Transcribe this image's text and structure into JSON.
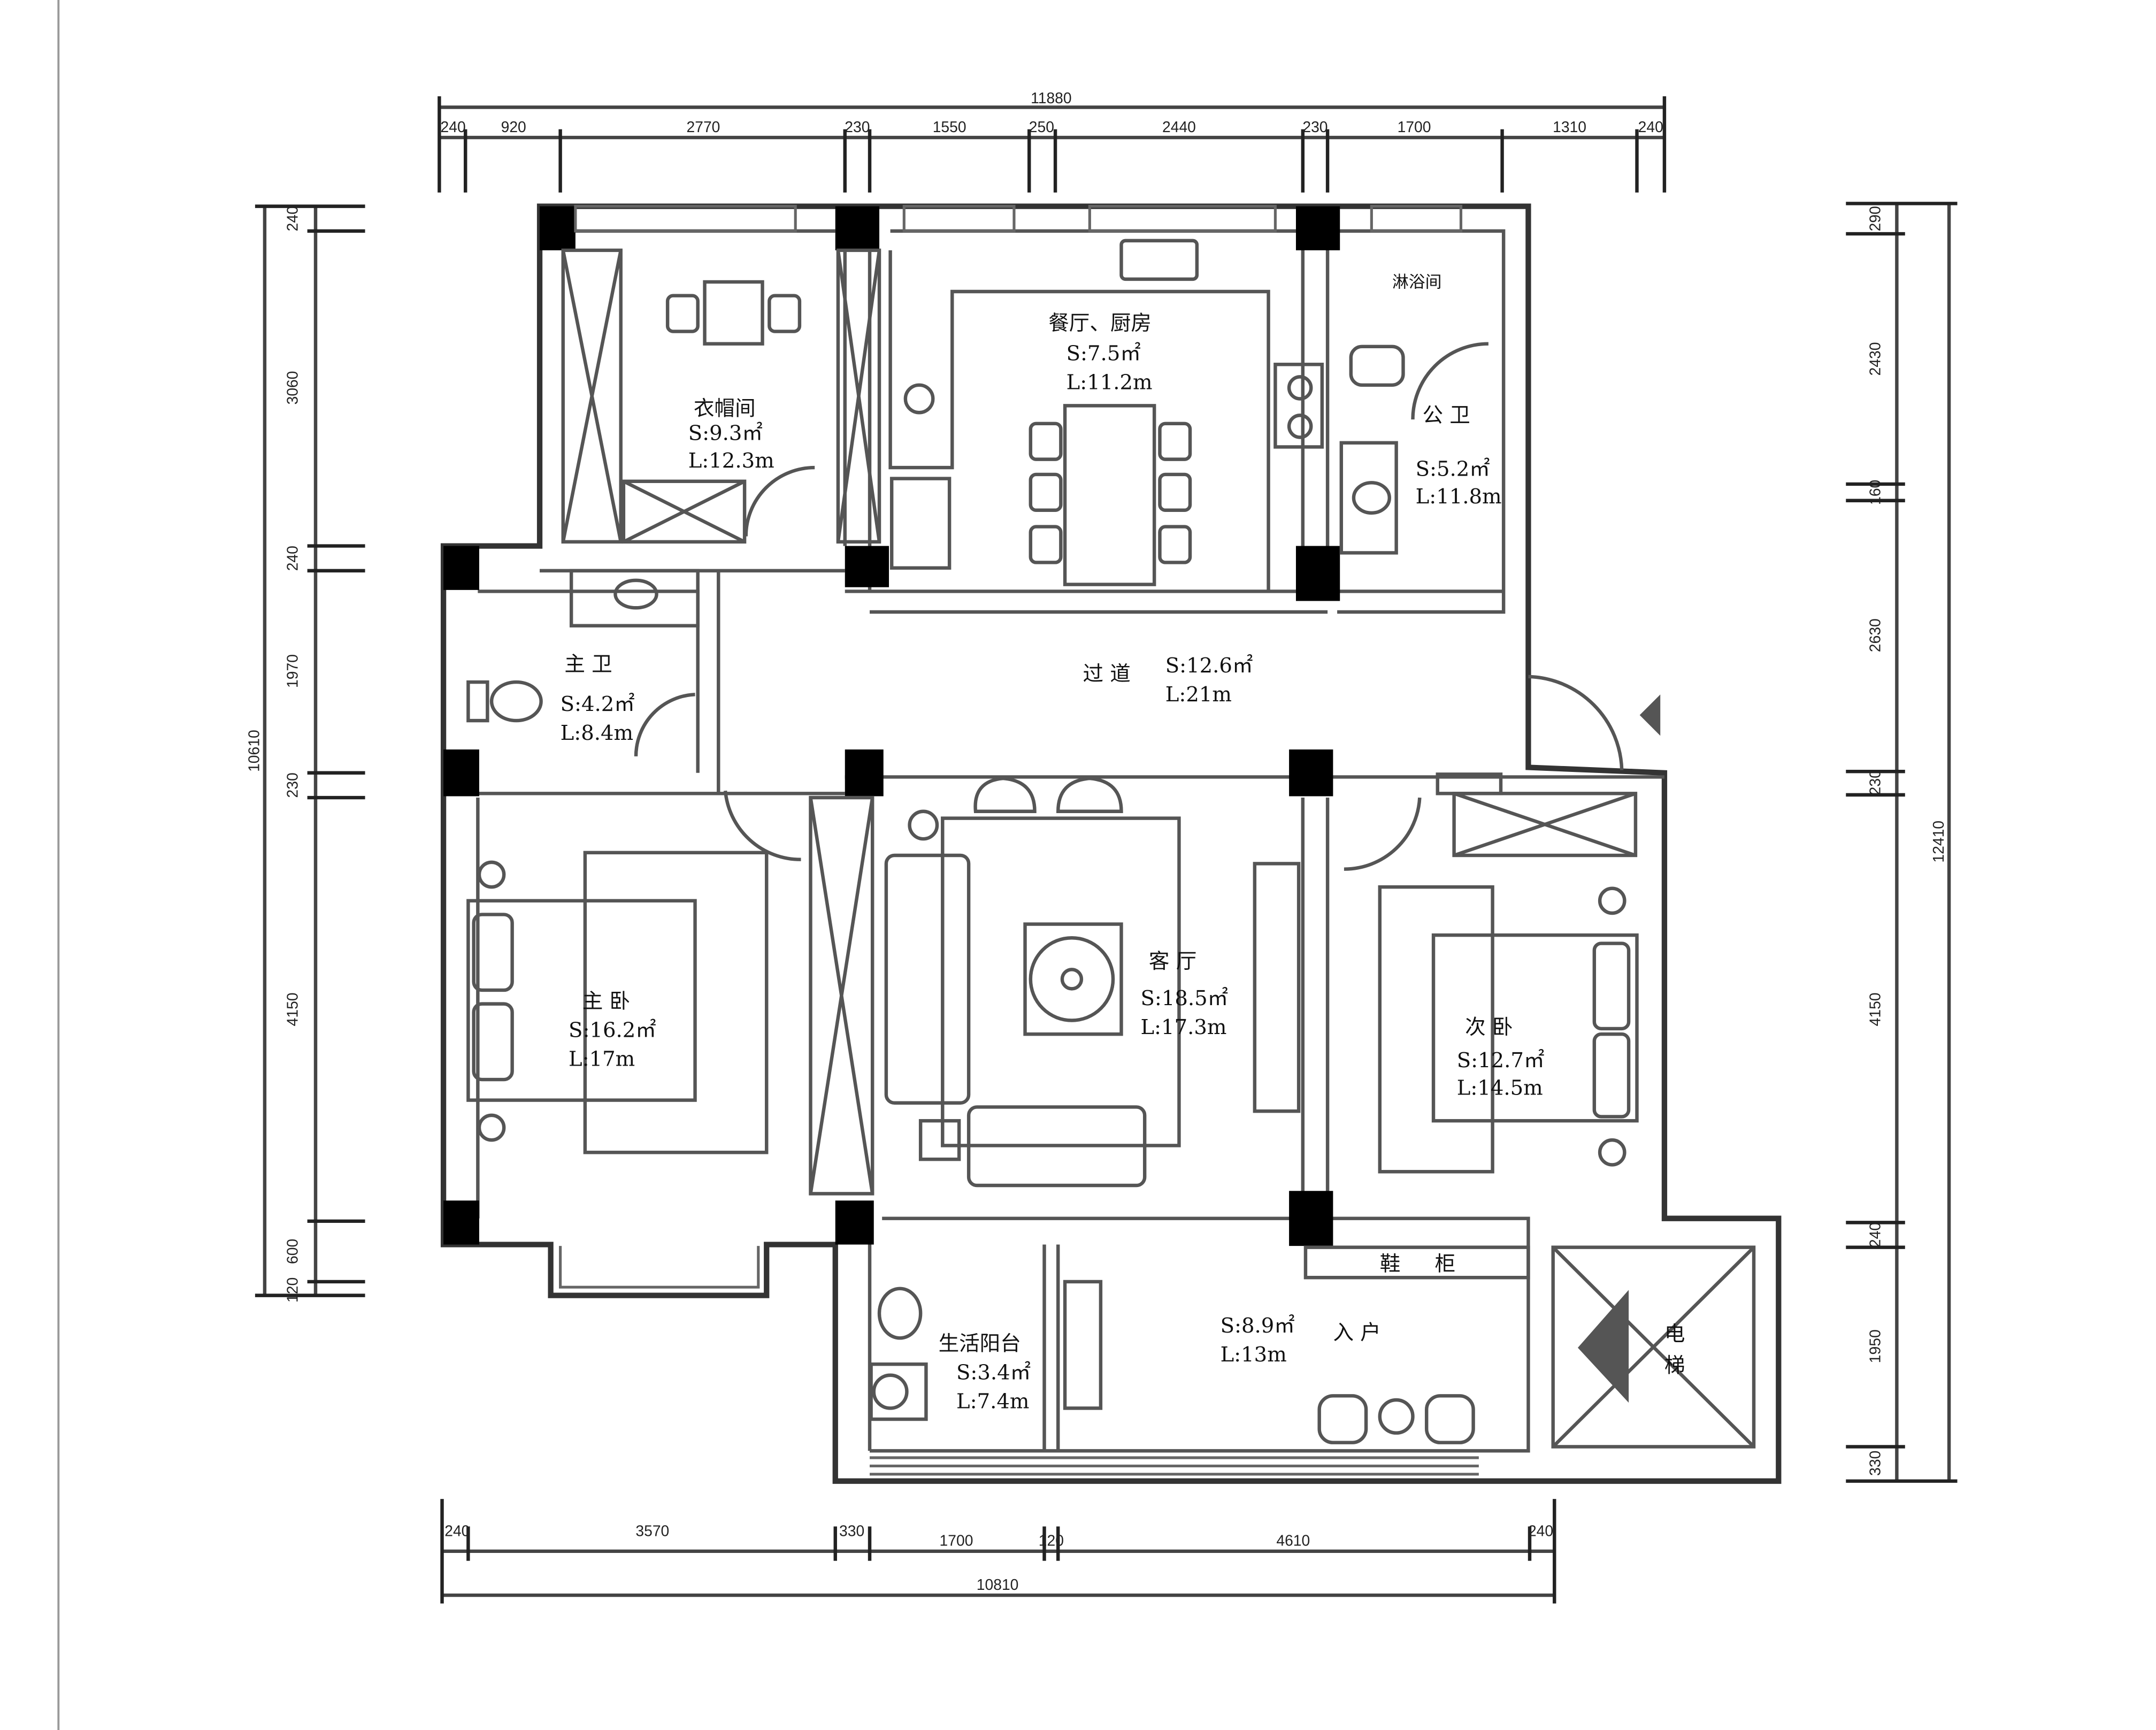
{
  "dims": {
    "top_total": "11880",
    "top": [
      "240",
      "920",
      "2770",
      "230",
      "1550",
      "250",
      "2440",
      "230",
      "1700",
      "1310",
      "240"
    ],
    "bottom": [
      "240",
      "3570",
      "330",
      "1700",
      "120",
      "4610",
      "240"
    ],
    "bottom_total": "10810",
    "left": [
      "240",
      "3060",
      "240",
      "1970",
      "230",
      "4150",
      "120",
      "600"
    ],
    "left_total": "10610",
    "right": [
      "290",
      "2430",
      "160",
      "2630",
      "230",
      "4150",
      "240",
      "1950",
      "330"
    ],
    "right_total": "12410"
  },
  "rooms": {
    "cloak": {
      "name": "衣帽间",
      "area": "S:9.3㎡",
      "len": "L:12.3m"
    },
    "dining": {
      "name": "餐厅、厨房",
      "area": "S:7.5㎡",
      "len": "L:11.2m"
    },
    "shower": {
      "name": "淋浴间"
    },
    "pubbath": {
      "name": "公 卫",
      "area": "S:5.2㎡",
      "len": "L:11.8m"
    },
    "masterbath": {
      "name": "主 卫",
      "area": "S:4.2㎡",
      "len": "L:8.4m"
    },
    "corridor": {
      "name": "过 道",
      "area": "S:12.6㎡",
      "len": "L:21m"
    },
    "living": {
      "name": "客 厅",
      "area": "S:18.5㎡",
      "len": "L:17.3m"
    },
    "master": {
      "name": "主 卧",
      "area": "S:16.2㎡",
      "len": "L:17m"
    },
    "second": {
      "name": "次 卧",
      "area": "S:12.7㎡",
      "len": "L:14.5m"
    },
    "shoe": {
      "char1": "鞋",
      "char2": "柜"
    },
    "balcony": {
      "name": "生活阳台",
      "area": "S:3.4㎡",
      "len": "L:7.4m"
    },
    "entry": {
      "name": "入 户",
      "area": "S:8.9㎡",
      "len": "L:13m"
    },
    "elevator": {
      "char1": "电",
      "char2": "梯"
    }
  }
}
